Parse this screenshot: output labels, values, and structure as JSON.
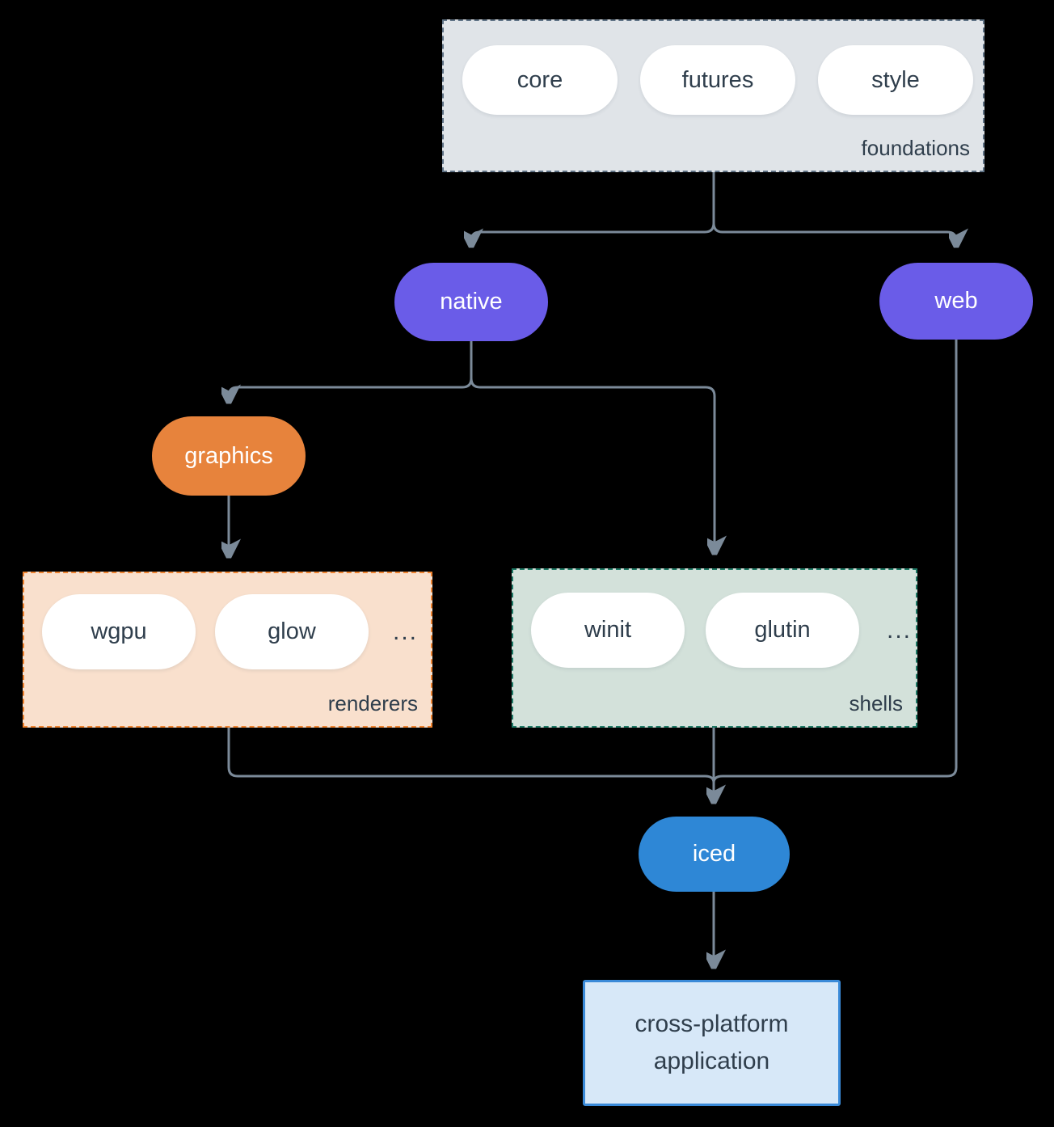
{
  "colors": {
    "background": "#000000",
    "arrow": "#7b8a99",
    "node_purple": "#6a5ce8",
    "node_orange": "#e7833c",
    "node_blue": "#2e87d6",
    "foundations_fill": "#e0e4e8",
    "foundations_border": "#5f7285",
    "renderers_fill": "#f9e0cd",
    "renderers_border": "#ee8330",
    "shells_fill": "#d3e1da",
    "shells_border": "#1f7a66",
    "app_fill": "#d7e8f8",
    "app_border": "#3a8ad8",
    "text_dark": "#2f3e4c",
    "text_light": "#ffffff"
  },
  "diagram": {
    "foundations": {
      "label": "foundations",
      "items": [
        {
          "label": "core"
        },
        {
          "label": "futures"
        },
        {
          "label": "style"
        }
      ]
    },
    "native": {
      "label": "native"
    },
    "web": {
      "label": "web"
    },
    "graphics": {
      "label": "graphics"
    },
    "renderers": {
      "label": "renderers",
      "items": [
        {
          "label": "wgpu"
        },
        {
          "label": "glow"
        }
      ],
      "ellipsis": "..."
    },
    "shells": {
      "label": "shells",
      "items": [
        {
          "label": "winit"
        },
        {
          "label": "glutin"
        }
      ],
      "ellipsis": "..."
    },
    "iced": {
      "label": "iced"
    },
    "application": {
      "line1": "cross-platform",
      "line2": "application"
    }
  }
}
